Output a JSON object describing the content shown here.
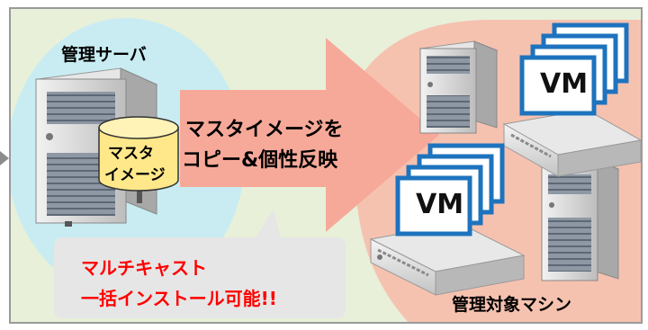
{
  "management_server": {
    "label": "管理サーバ"
  },
  "master_image": {
    "line1": "マスタ",
    "line2": "イメージ"
  },
  "copy_arrow": {
    "line1": "マスタイメージを",
    "line2": "コピー&個性反映"
  },
  "multicast_callout": {
    "line1": "マルチキャスト",
    "line2": "一括インストール可能!!"
  },
  "vm_labels": [
    "VM",
    "VM"
  ],
  "managed_machines": {
    "label": "管理対象マシン"
  },
  "colors": {
    "frame_bg": "#e8f0d9",
    "server_zone": "#c8ecf2",
    "managed_zone": "#f6c2b0",
    "arrow": "#f7a999",
    "cylinder": "#ffe88a",
    "callout": "#e6e6e6",
    "callout_text": "#ff0000",
    "vm_border": "#1e73be"
  }
}
